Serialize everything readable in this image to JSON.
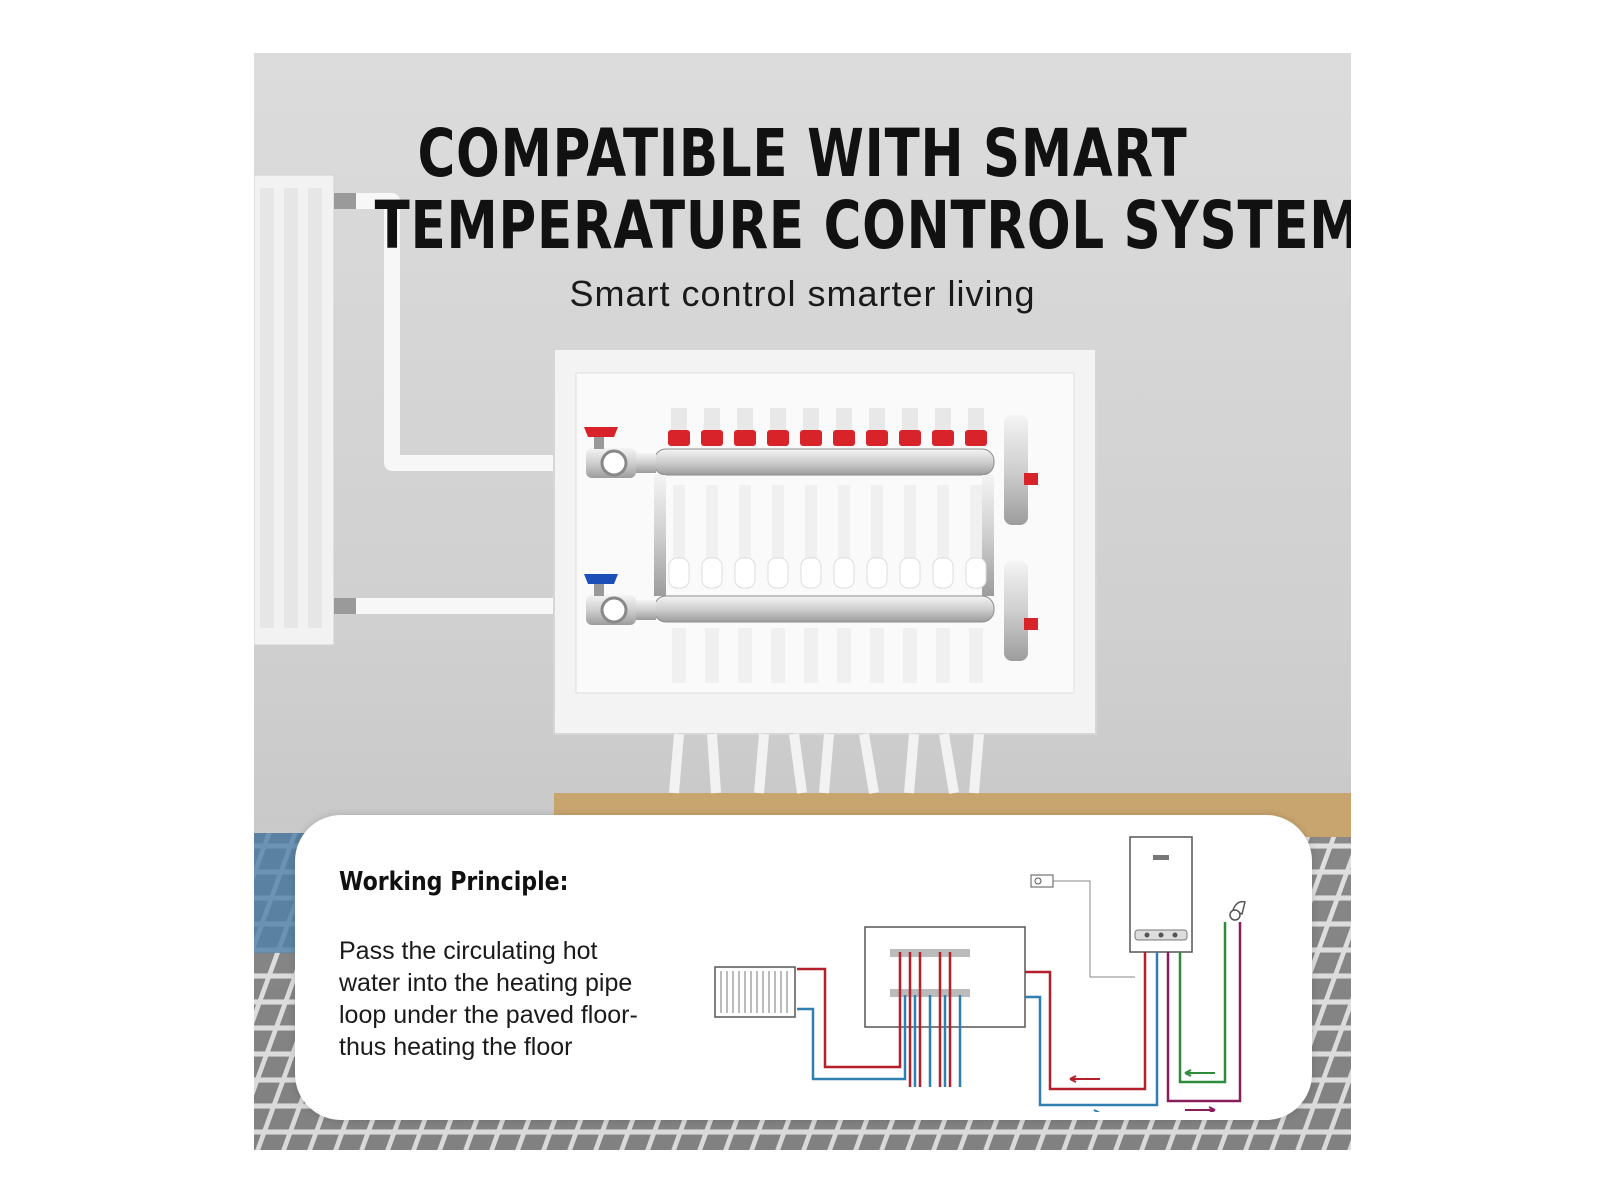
{
  "headline": {
    "line1": "COMPATIBLE WITH SMART",
    "line2": "TEMPERATURE CONTROL SYSTEM"
  },
  "subtitle": "Smart control smarter living",
  "principle": {
    "heading": "Working Principle:",
    "lines": [
      "Pass the circulating hot",
      "water into the heating pipe",
      "loop under the paved floor-",
      "thus heating the floor"
    ]
  },
  "manifold": {
    "loops": 10
  },
  "colors": {
    "hot_supply": "#b3202c",
    "cold_return": "#2f7fb0",
    "boiler_loop_green": "#2e8b3a",
    "boiler_loop_purple": "#8a1d5c",
    "valve_red": "#d8232a",
    "valve_blue": "#1d4fb8"
  }
}
